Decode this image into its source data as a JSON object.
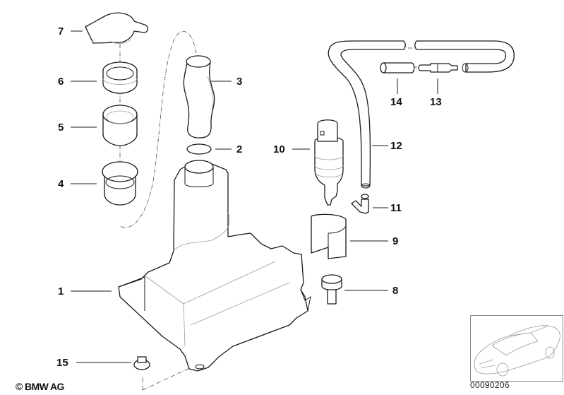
{
  "diagram": {
    "title": "Windshield washer reservoir assembly",
    "copyright": "© BMW AG",
    "document_number": "00090206",
    "thumbnail": "car-overview-icon",
    "callouts": [
      {
        "id": "1",
        "label": "1",
        "part": "washer-fluid-reservoir"
      },
      {
        "id": "2",
        "label": "2",
        "part": "o-ring"
      },
      {
        "id": "3",
        "label": "3",
        "part": "filler-neck-hose"
      },
      {
        "id": "4",
        "label": "4",
        "part": "filler-neck-ring"
      },
      {
        "id": "5",
        "label": "5",
        "part": "filler-neck-sleeve"
      },
      {
        "id": "6",
        "label": "6",
        "part": "filler-neck-adapter"
      },
      {
        "id": "7",
        "label": "7",
        "part": "filler-cap"
      },
      {
        "id": "8",
        "label": "8",
        "part": "screw"
      },
      {
        "id": "9",
        "label": "9",
        "part": "pump-mount-clip"
      },
      {
        "id": "10",
        "label": "10",
        "part": "washer-pump"
      },
      {
        "id": "11",
        "label": "11",
        "part": "elbow-connector"
      },
      {
        "id": "12",
        "label": "12",
        "part": "washer-hose"
      },
      {
        "id": "13",
        "label": "13",
        "part": "hose-connector"
      },
      {
        "id": "14",
        "label": "14",
        "part": "hose-sleeve"
      },
      {
        "id": "15",
        "label": "15",
        "part": "nut"
      }
    ]
  }
}
